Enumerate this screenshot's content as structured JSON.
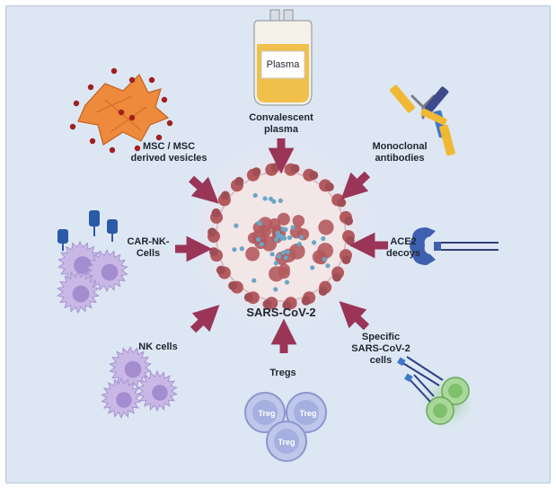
{
  "center": {
    "label": "SARS-CoV-2"
  },
  "therapies": {
    "plasma": {
      "bag_label": "Plasma",
      "lines": [
        "Convalescent",
        "plasma"
      ]
    },
    "msc": {
      "lines": [
        "MSC / MSC",
        "derived vesicles"
      ]
    },
    "monoclonal": {
      "lines": [
        "Monoclonal",
        "antibodies"
      ]
    },
    "carnk": {
      "lines": [
        "CAR-NK-",
        "Cells"
      ]
    },
    "ace2": {
      "lines": [
        "ACE2",
        "decoys"
      ]
    },
    "nk": {
      "lines": [
        "NK cells"
      ]
    },
    "tregs": {
      "lines": [
        "Tregs"
      ],
      "cell_labels": [
        "Treg",
        "Treg",
        "Treg"
      ]
    },
    "specific": {
      "lines": [
        "Specific",
        "SARS-CoV-2",
        "cells"
      ]
    }
  },
  "colors": {
    "background": "#dde7f4",
    "arrow": "#9a3558",
    "virus_body": "#f2e4e4",
    "spike": "#b45a5e",
    "rna_dot": "#6aa6c4",
    "immune_cell": "#c9b8e6",
    "treg_cell": "#bfc7ea",
    "plasma_fluid": "#f0c04a",
    "green_cell": "#a9d89a"
  }
}
